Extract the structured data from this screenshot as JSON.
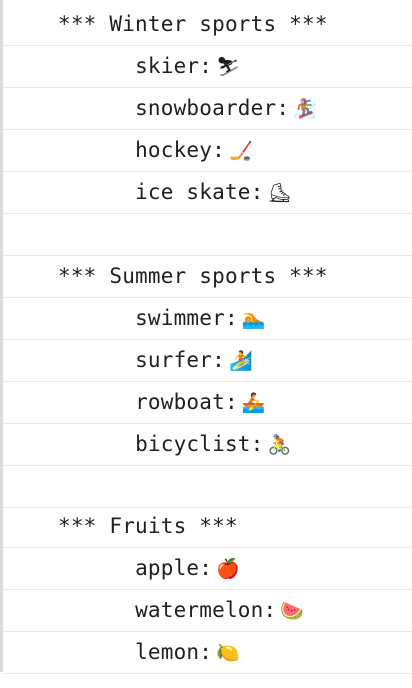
{
  "console_lines": [
    {
      "kind": "header",
      "text": "*** Winter sports ***"
    },
    {
      "kind": "entry",
      "label": "skier:",
      "icon": "⛷",
      "icon_name": "skier-icon"
    },
    {
      "kind": "entry",
      "label": "snowboarder:",
      "icon": "🏂",
      "icon_name": "snowboarder-icon"
    },
    {
      "kind": "entry",
      "label": "hockey:",
      "icon": "🏒",
      "icon_name": "hockey-icon"
    },
    {
      "kind": "entry",
      "label": "ice skate:",
      "icon": "⛸",
      "icon_name": "ice-skate-icon"
    },
    {
      "kind": "blank",
      "text": ""
    },
    {
      "kind": "header",
      "text": "*** Summer sports ***"
    },
    {
      "kind": "entry",
      "label": "swimmer:",
      "icon": "🏊",
      "icon_name": "swimmer-icon"
    },
    {
      "kind": "entry",
      "label": "surfer:",
      "icon": "🏄",
      "icon_name": "surfer-icon"
    },
    {
      "kind": "entry",
      "label": "rowboat:",
      "icon": "🚣",
      "icon_name": "rowboat-icon"
    },
    {
      "kind": "entry",
      "label": "bicyclist:",
      "icon": "🚴",
      "icon_name": "bicyclist-icon"
    },
    {
      "kind": "blank",
      "text": ""
    },
    {
      "kind": "header",
      "text": "*** Fruits ***"
    },
    {
      "kind": "entry",
      "label": "apple:",
      "icon": "🍎",
      "icon_name": "apple-icon"
    },
    {
      "kind": "entry",
      "label": "watermelon:",
      "icon": "🍉",
      "icon_name": "watermelon-icon"
    },
    {
      "kind": "entry",
      "label": "lemon:",
      "icon": "🍋",
      "icon_name": "lemon-icon"
    }
  ]
}
